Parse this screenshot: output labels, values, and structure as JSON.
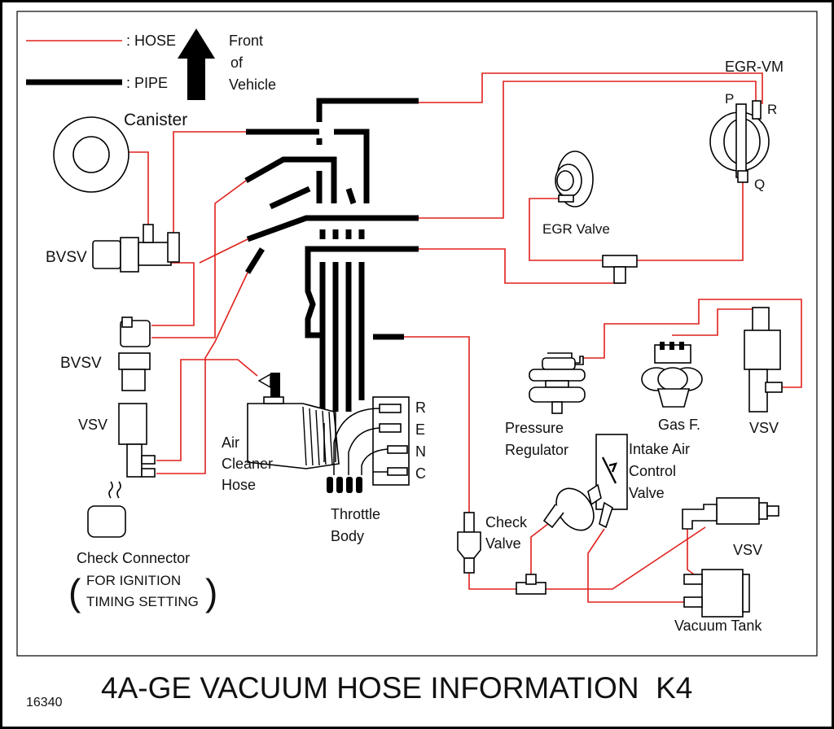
{
  "legend": {
    "hose_label": ": HOSE",
    "pipe_label": ": PIPE",
    "front_line1": "Front",
    "front_line2": "of",
    "front_line3": "Vehicle"
  },
  "labels": {
    "canister": "Canister",
    "bvsv_1": "BVSV",
    "bvsv_2": "BVSV",
    "vsv_left": "VSV",
    "check_connector": "Check Connector",
    "check_connector_note1": "FOR IGNITION",
    "check_connector_note2": "TIMING SETTING",
    "air_cleaner_1": "Air",
    "air_cleaner_2": "Cleaner",
    "air_cleaner_3": "Hose",
    "throttle_body_1": "Throttle",
    "throttle_body_2": "Body",
    "port_r": "R",
    "port_e": "E",
    "port_n": "N",
    "port_c": "C",
    "egr_valve": "EGR Valve",
    "egr_vm": "EGR-VM",
    "egr_p": "P",
    "egr_r": "R",
    "egr_q": "Q",
    "pressure_regulator_1": "Pressure",
    "pressure_regulator_2": "Regulator",
    "gas_filter": "Gas F.",
    "vsv_right": "VSV",
    "check_valve_1": "Check",
    "check_valve_2": "Valve",
    "iacv_1": "Intake Air",
    "iacv_2": "Control",
    "iacv_3": "Valve",
    "vsv_bottom": "VSV",
    "vacuum_tank": "Vacuum Tank"
  },
  "footer": {
    "code": "16340",
    "title": "4A-GE VACUUM HOSE INFORMATION  K4"
  },
  "colors": {
    "hose": "#e0201c",
    "pipe": "#000000"
  }
}
